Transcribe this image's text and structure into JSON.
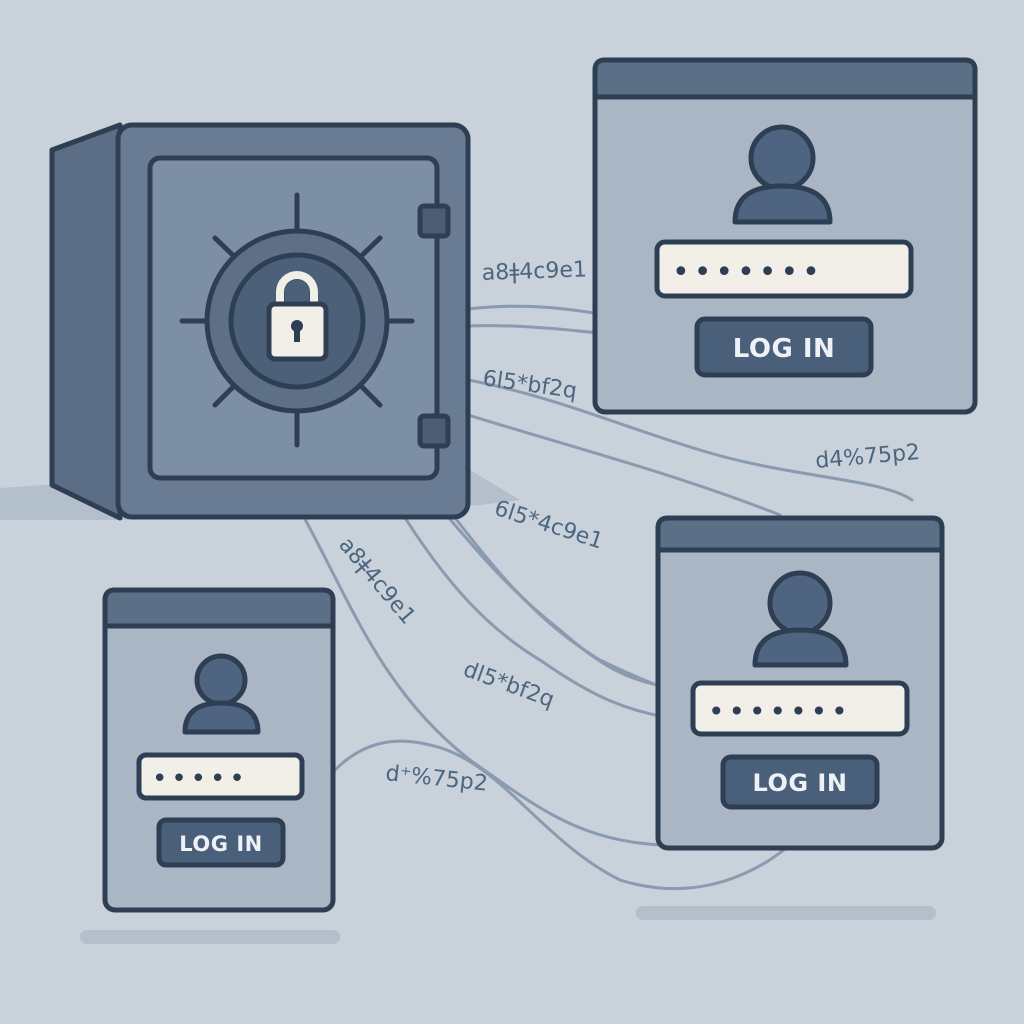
{
  "colors": {
    "background": "#c9d1db",
    "outline": "#2e3e53",
    "safe_body": "#687a91",
    "safe_door": "#7a8ca3",
    "window_fill": "#aab6c4",
    "window_titlebar": "#5b6f87",
    "avatar": "#4f6480",
    "field_fill": "#f1efe7",
    "button_fill": "#4a5f79",
    "wire": "#8a9bb0",
    "label_text": "#4d6680"
  },
  "icons": {
    "safe": "safe-icon",
    "lock": "padlock-icon",
    "user": "user-avatar-icon"
  },
  "password_labels": [
    {
      "id": "pw-1",
      "text": "a8ǂ4c9e1"
    },
    {
      "id": "pw-2",
      "text": "6l5*bf2q"
    },
    {
      "id": "pw-3",
      "text": "d4%75p2"
    },
    {
      "id": "pw-4",
      "text": "6l5*4c9e1"
    },
    {
      "id": "pw-5",
      "text": "a8ǂ4c9e1"
    },
    {
      "id": "pw-6",
      "text": "dl5*bf2q"
    },
    {
      "id": "pw-7",
      "text": "d⁺%75p2"
    }
  ],
  "login_windows": [
    {
      "id": "top-right",
      "password_mask": "•••••••",
      "button_label": "LOG IN"
    },
    {
      "id": "bottom-right",
      "password_mask": "•••••••",
      "button_label": "LOG IN"
    },
    {
      "id": "bottom-left",
      "password_mask": "•••••",
      "button_label": "LOG IN"
    }
  ]
}
